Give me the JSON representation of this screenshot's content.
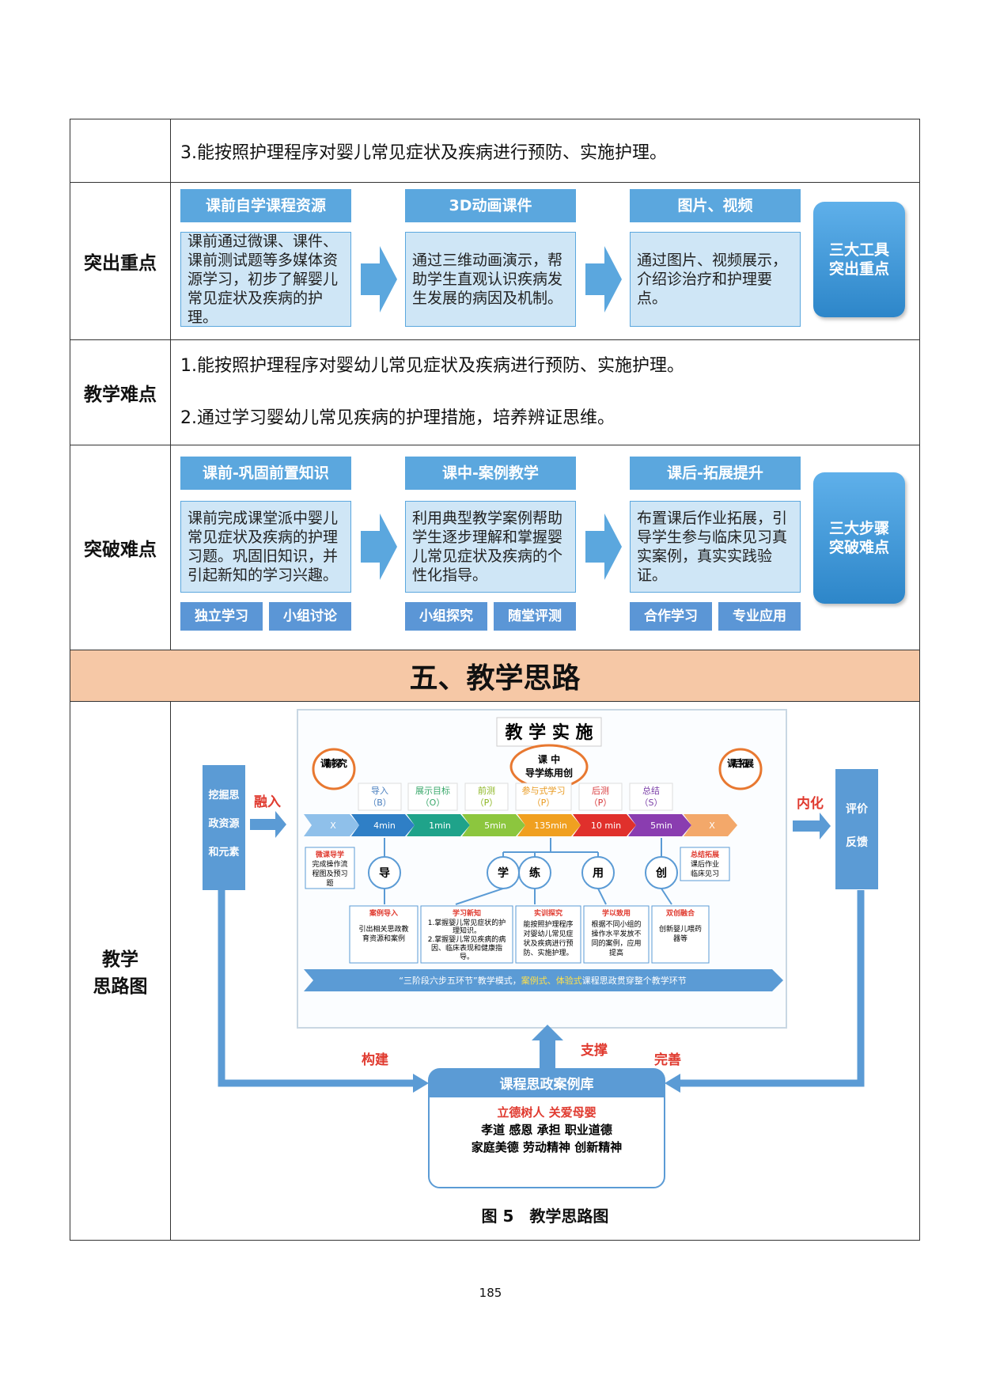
{
  "row1": {
    "text": "3.能按照护理程序对婴儿常见症状及疾病进行预防、实施护理。"
  },
  "focus": {
    "label": "突出重点",
    "steps": [
      {
        "title": "课前自学课程资源",
        "body": "课前通过微课、课件、课前测试题等多媒体资源学习，初步了解婴儿常见症状及疾病的护理。"
      },
      {
        "title": "3D动画课件",
        "body": "通过三维动画演示，帮助学生直观认识疾病发生发展的病因及机制。"
      },
      {
        "title": "图片、视频",
        "body": "通过图片、视频展示，介绍诊治疗和护理要点。"
      }
    ],
    "tool": "三大工具突出重点"
  },
  "difficulty": {
    "label": "教学难点",
    "items": [
      "1.能按照护理程序对婴幼儿常见症状及疾病进行预防、实施护理。",
      "2.通过学习婴幼儿常见疾病的护理措施，培养辨证思维。"
    ]
  },
  "breakthrough": {
    "label": "突破难点",
    "steps": [
      {
        "title": "课前-巩固前置知识",
        "body": "课前完成课堂派中婴儿常见症状及疾病的护理习题。巩固旧知识，并引起新知的学习兴趣。",
        "tags": [
          "独立学习",
          "小组讨论"
        ]
      },
      {
        "title": "课中-案例教学",
        "body": "利用典型教学案例帮助学生逐步理解和掌握婴儿常见症状及疾病的个性化指导。",
        "tags": [
          "小组探究",
          "随堂评测"
        ]
      },
      {
        "title": "课后-拓展提升",
        "body": "布置课后作业拓展，引导学生参与临床见习真实案例，真实实践验证。",
        "tags": [
          "合作学习",
          "专业应用"
        ]
      }
    ],
    "tool": "三大步骤突破难点"
  },
  "section_title": "五、教学思路",
  "diagram": {
    "label_line1": "教学",
    "label_line2": "思路图",
    "title": "教 学 实 施",
    "pre": "课前探究",
    "mid_line1": "课 中",
    "mid_line2": "导学练用创",
    "post": "课后拓展",
    "left_box": [
      "挖掘思",
      "政资源",
      "和元素"
    ],
    "left_arrow": "融入",
    "right_box": [
      "评价",
      "反馈"
    ],
    "right_arrow": "内化",
    "stages": [
      {
        "name": "导入",
        "code": "（B）"
      },
      {
        "name": "展示目标",
        "code": "（O）"
      },
      {
        "name": "前测",
        "code": "（P）"
      },
      {
        "name": "参与式学习",
        "code": "（P）"
      },
      {
        "name": "后测",
        "code": "（P）"
      },
      {
        "name": "总结",
        "code": "（S）"
      }
    ],
    "timeline": [
      "X",
      "4min",
      "1min",
      "5min",
      "135min",
      "10 min",
      "5min",
      "X"
    ],
    "pre_box": [
      "微课导学",
      "完成操作流",
      "程图及预习",
      "题"
    ],
    "post_box": [
      "总结拓展",
      "课后作业",
      "临床见习"
    ],
    "circles": [
      "导",
      "学",
      "练",
      "用",
      "创"
    ],
    "cases": [
      {
        "title": "案例导入",
        "lines": [
          "引出相关思政教",
          "育资源和案例"
        ]
      },
      {
        "title": "学习新知",
        "lines": [
          "1.掌握婴儿常见症状的护",
          "理知识。",
          "2.掌握婴儿常见疾病的病",
          "因、临床表现和健康指",
          "导。"
        ]
      },
      {
        "title": "实训探究",
        "lines": [
          "能按照护理程序",
          "对婴幼儿常见症",
          "状及疾病进行预",
          "防、实施护理。"
        ]
      },
      {
        "title": "学以致用",
        "lines": [
          "根据不同小组的",
          "操作水平发放不",
          "同的案例，应用",
          "提高"
        ]
      },
      {
        "title": "双创融合",
        "lines": [
          "创新婴儿喂药",
          "器等"
        ]
      }
    ],
    "banner_a": "“三阶段六步五环节”教学模式，",
    "banner_b": "案例式、体验式",
    "banner_c": "课程思政贯穿整个教学环节",
    "support": "支撑",
    "build": "构建",
    "perfect": "完善",
    "lib_title": "课程思政案例库",
    "lib_line1": "立德树人 关爱母婴",
    "lib_line2": "孝道 感恩 承担 职业道德",
    "lib_line3": "家庭美德 劳动精神 创新精神",
    "caption": "图 5　教学思路图"
  },
  "page_number": "185",
  "colors": {
    "blue": "#5ba7de",
    "peach": "#f6c8a6",
    "red": "#e03a2f"
  }
}
